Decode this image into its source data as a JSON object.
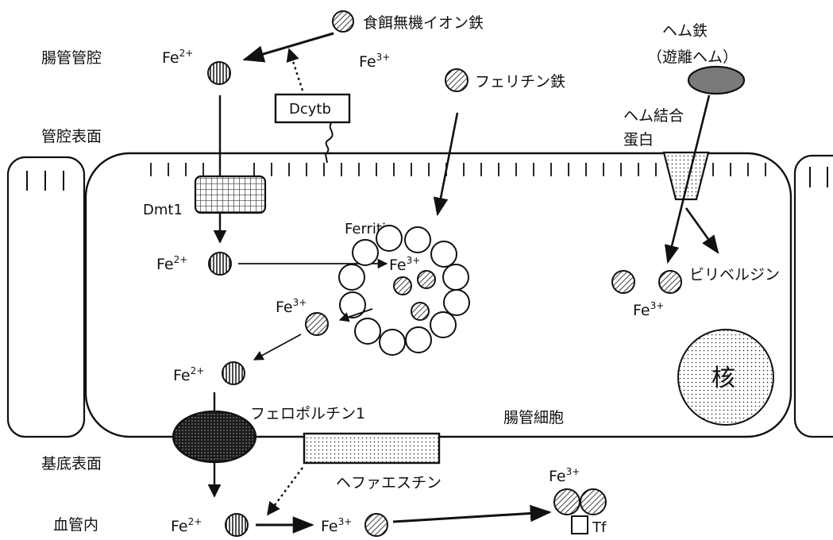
{
  "region_labels": {
    "lumen": "腸管管腔",
    "luminal_surface": "管腔表面",
    "basal_surface": "基底表面",
    "blood": "血管内"
  },
  "sources": {
    "dietary_iron": "食餌無機イオン鉄",
    "ferritin_iron": "フェリチン鉄",
    "heme_iron": "ヘム鉄",
    "free_heme": "（遊離ヘム）"
  },
  "proteins": {
    "dcytb": "Dcytb",
    "dmt1": "Dmt1",
    "ferritin": "Ferritin",
    "heme_binding_line1": "ヘム結合",
    "heme_binding_line2": "蛋白",
    "ferroportin": "フェロポルチン1",
    "hephaestin": "ヘファエスチン",
    "transferrin": "Tf"
  },
  "cell": {
    "enterocyte": "腸管細胞",
    "nucleus": "核",
    "biliverdin": "ビリベルジン"
  },
  "ions": {
    "fe": "Fe",
    "plus2": "2+",
    "plus3": "3+"
  },
  "colors": {
    "stroke": "#111111",
    "heme_oval": "#7a7a7a",
    "background": "#ffffff"
  }
}
